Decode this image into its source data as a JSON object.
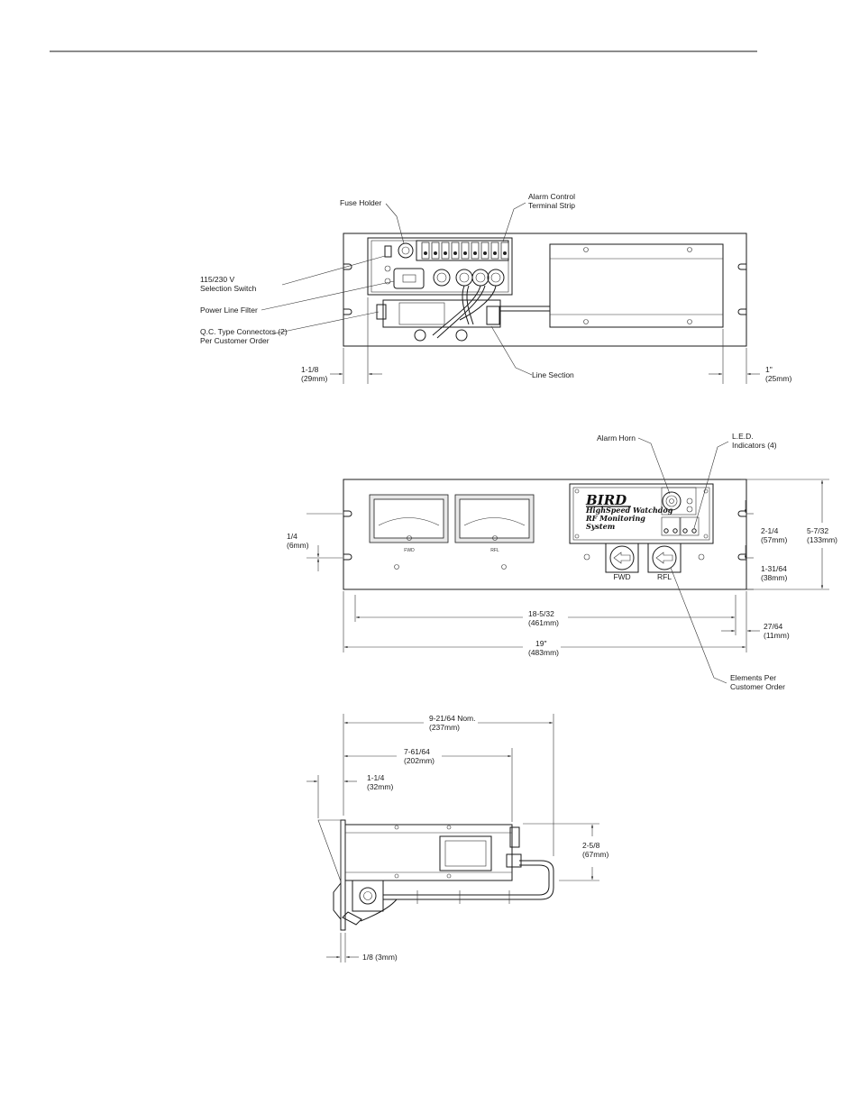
{
  "views": {
    "rear": {
      "fuse_holder": "Fuse Holder",
      "alarm_strip": [
        "Alarm Control",
        "Terminal Strip"
      ],
      "selection_switch": [
        "115/230 V",
        "Selection Switch"
      ],
      "power_filter": "Power Line Filter",
      "qc_connectors": [
        "Q.C. Type Connectors (2)",
        "Per Customer Order"
      ],
      "line_section": "Line Section",
      "left_margin": [
        "1-1/8",
        "(29mm)"
      ],
      "right_margin": [
        "1\"",
        "(25mm)"
      ]
    },
    "front": {
      "alarm_horn": "Alarm Horn",
      "led_indicators": [
        "L.E.D.",
        "Indicators (4)"
      ],
      "brand_logo": "BIRD",
      "brand_lines": [
        "HighSpeed Watchdog",
        "RF Monitoring",
        "System"
      ],
      "meter_left_label": "FWD",
      "meter_right_label": "RFL",
      "element_fwd": "FWD",
      "element_rfl": "RFL",
      "dim_quarter": [
        "1/4",
        "(6mm)"
      ],
      "dim_hole_spacing": [
        "2-1/4",
        "(57mm)"
      ],
      "dim_height": [
        "5-7/32",
        "(133mm)"
      ],
      "dim_lower": [
        "1-31/64",
        "(38mm)"
      ],
      "dim_inner_width": [
        "18-5/32",
        "(461mm)"
      ],
      "dim_edge": [
        "27/64",
        "(11mm)"
      ],
      "dim_overall": [
        "19\"",
        "(483mm)"
      ],
      "elements": [
        "Elements Per",
        "Customer Order"
      ]
    },
    "side": {
      "dim_overall": [
        "9-21/64 Nom.",
        "(237mm)"
      ],
      "dim_body": [
        "7-61/64",
        "(202mm)"
      ],
      "dim_front": [
        "1-1/4",
        "(32mm)"
      ],
      "dim_height": [
        "2-5/8",
        "(67mm)"
      ],
      "dim_panel": "1/8 (3mm)"
    }
  }
}
